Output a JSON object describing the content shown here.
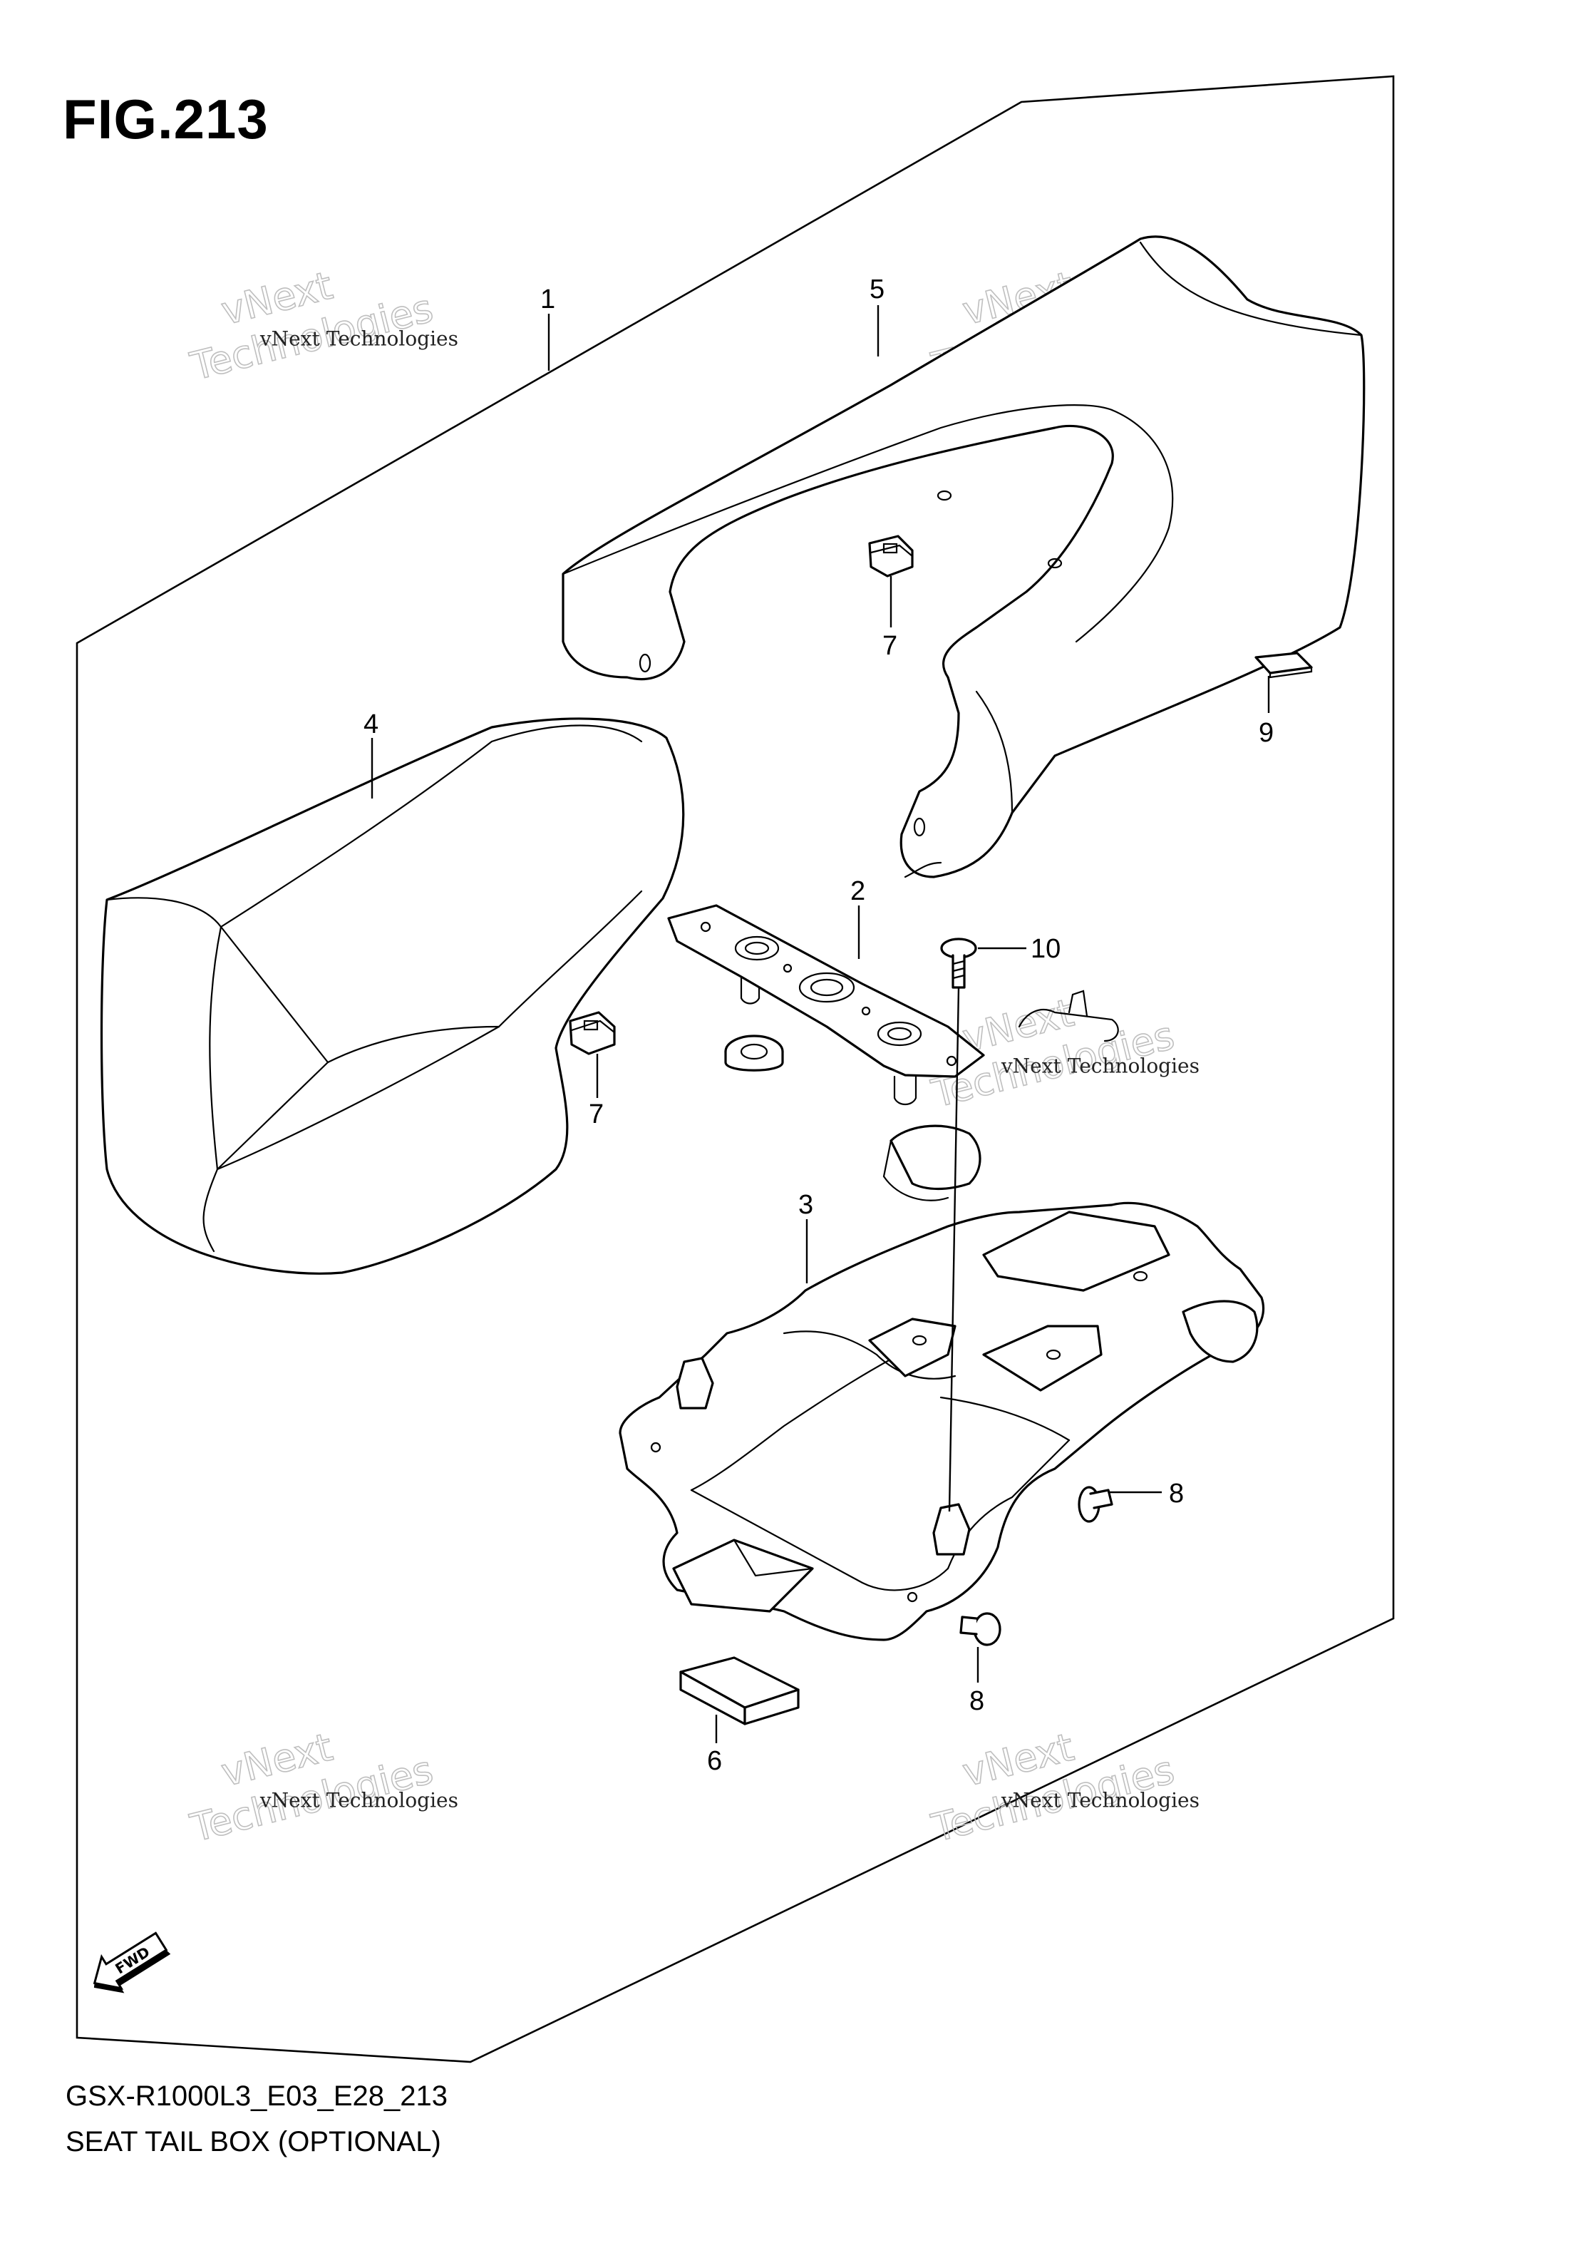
{
  "figure": {
    "title": "FIG.213",
    "diagram_code": "GSX-R1000L3_E03_E28_213",
    "diagram_name": "SEAT TAIL BOX (OPTIONAL)"
  },
  "callouts": {
    "c1": "1",
    "c2": "2",
    "c3": "3",
    "c4": "4",
    "c5": "5",
    "c6": "6",
    "c7a": "7",
    "c7b": "7",
    "c8a": "8",
    "c8b": "8",
    "c9": "9",
    "c10": "10"
  },
  "watermark": {
    "company": "vNext Technologies",
    "line1": "vNext",
    "line2": "Technologies"
  },
  "direction_marker": "FWD",
  "icons": {
    "direction": "fwd-arrow-icon"
  }
}
